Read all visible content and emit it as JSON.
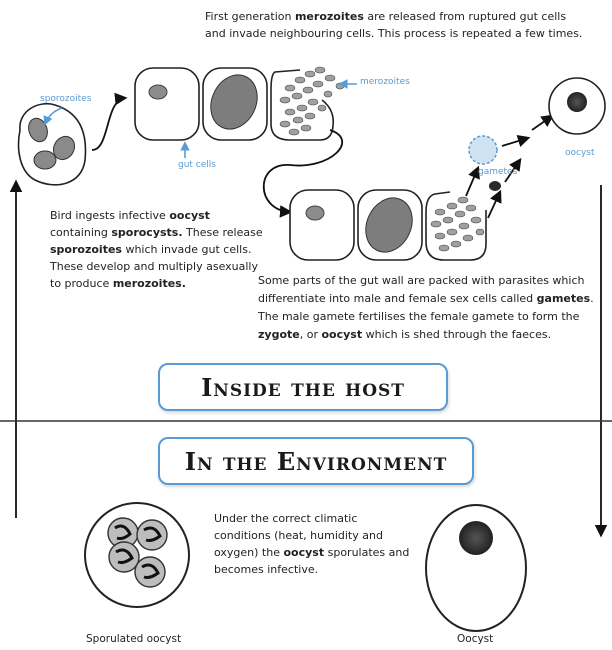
{
  "top_caption": {
    "pre": "First generation ",
    "bold": "merozoites",
    "post": " are released from ruptured gut cells and invade neighbouring cells. This process is repeated a few times."
  },
  "labels": {
    "sporozoites": "sporozoites",
    "gut_cells": "gut cells",
    "merozoites": "merozoites",
    "gametes": "gametes",
    "oocyst": "oocyst"
  },
  "left_caption": {
    "p1": "Bird ingests infective ",
    "b1": "oocyst",
    "p2": " containing ",
    "b2": "sporocysts.",
    "p3": " These release ",
    "b3": "sporozoites",
    "p4": " which invade gut cells. These develop and multiply asexually to produce ",
    "b4": "merozoites."
  },
  "right_caption": {
    "p1": "Some parts of the gut wall are packed with parasites which differentiate into male and female sex cells called ",
    "b1": "gametes",
    "p2": ". The male gamete fertilises the female gamete to form the ",
    "b2": "zygote",
    "p3": ", or ",
    "b3": "oocyst",
    "p4": " which is shed through the faeces."
  },
  "banners": {
    "inside": "Inside the host",
    "environment": "In the Environment"
  },
  "env_caption": {
    "p1": "Under the correct climatic conditions (heat, humidity and oxygen) the ",
    "b1": "oocyst",
    "p2": " sporulates and becomes infective."
  },
  "bottom_labels": {
    "sporulated": "Sporulated oocyst",
    "oocyst": "Oocyst"
  },
  "colors": {
    "accent": "#5b9bd5",
    "nucleus": "#8c8c8c",
    "dark_oocyst": "#2a2a2a"
  }
}
